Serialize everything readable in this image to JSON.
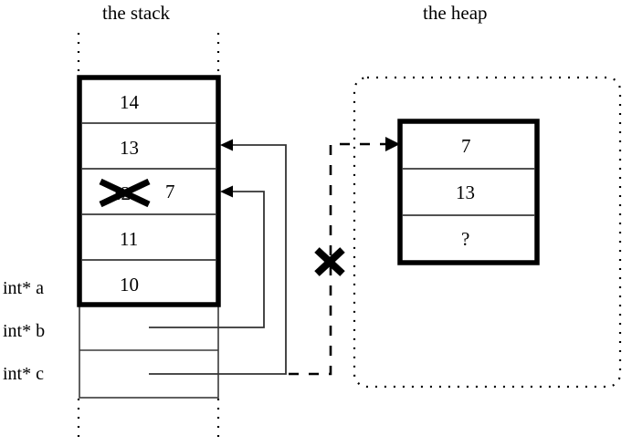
{
  "diagram": {
    "title_stack": "the stack",
    "title_heap": "the heap",
    "stack": {
      "cells": [
        {
          "value": "14",
          "crossed_out": false,
          "replacement": ""
        },
        {
          "value": "13",
          "crossed_out": false,
          "replacement": ""
        },
        {
          "value": "12",
          "crossed_out": true,
          "replacement": "7"
        },
        {
          "value": "11",
          "crossed_out": false,
          "replacement": ""
        },
        {
          "value": "10",
          "crossed_out": false,
          "replacement": ""
        }
      ],
      "variables": [
        {
          "label": "int* a",
          "target": "stack-block"
        },
        {
          "label": "int* b",
          "target": "stack-cell-12"
        },
        {
          "label": "int* c",
          "target": "stack-cell-13"
        }
      ]
    },
    "heap": {
      "cells": [
        {
          "value": "7"
        },
        {
          "value": "13"
        },
        {
          "value": "?"
        }
      ]
    },
    "annotations": {
      "dashed_link_crossed_out": true,
      "cross_mark": "✕"
    },
    "colors": {
      "ink": "#000000",
      "thin_rule": "#3a3a3a",
      "background": "#ffffff"
    }
  }
}
